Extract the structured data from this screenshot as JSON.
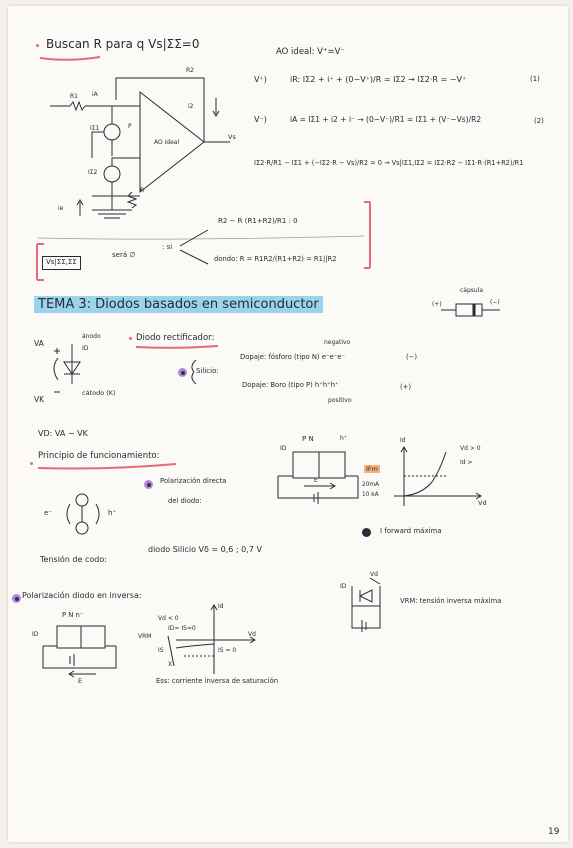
{
  "heading": {
    "text": "Buscan R para q  Vs|ΣΣ=0"
  },
  "ao_ideal": {
    "text": "AO ideal:   V⁺=V⁻"
  },
  "eq1": {
    "left": "V⁺)",
    "body": "iR: IΣ2 + i⁺ + (0−V⁺)/R = IΣ2 → IΣ2·R = −V⁺",
    "tag": "(1)"
  },
  "eq2": {
    "left": "V⁻)",
    "body": "iA = IΣ1 + i2 + i⁻ → (0−V⁻)/R1 = IΣ1 + (V⁻−Vs)/R2",
    "tag": "(2)"
  },
  "eq3": {
    "body": "IΣ2·R/R1 − IΣ1 + (−IΣ2·R − Vs)/R2 = 0 → Vs|IΣ1,IΣ2 = IΣ2·R2 − IΣ1·R·(R1+R2)/R1"
  },
  "circuit": {
    "r1": "R1",
    "r2": "R2",
    "ia": "iA",
    "i2": "i2",
    "ib1": "IΣ1",
    "ib2": "IΣ2",
    "r": "R",
    "ao": "AO ideal",
    "vs": "Vs",
    "ie": "ie",
    "p": "P"
  },
  "result": {
    "vs": "Vs|ΣΣ,ΣΣ",
    "sera": "será ∅",
    "si": ": si",
    "cond1": "R2 − R (R1+R2)/R1 : 0",
    "cond2": "dondo: R = R1R2/(R1+R2) = R1||R2"
  },
  "tema": {
    "title": "TEMA 3: Diodos basados en semiconductor"
  },
  "capsula": {
    "label": "cápsula",
    "plus": "(+)",
    "minus": "(−)"
  },
  "diodo": {
    "va": "VA",
    "vk": "VK",
    "anodo": "ánodo",
    "id": "ID",
    "catodo": "cátodo (K)",
    "title": "Diodo rectificador:",
    "vd": "VD: VA − VK"
  },
  "silicio": {
    "label": "Silicio:",
    "negativo": "negativo",
    "dopaje1": "Dopaje: fósforo (tipo N) e⁻e⁻e⁻",
    "neg_sign": "(−)",
    "dopaje2": "Dopaje: Boro (tipo P) h⁺h⁺h⁺",
    "pos_sign": "(+)",
    "positivo": "positivo"
  },
  "principio": {
    "title": "Principio de funcionamiento:",
    "e": "e⁻",
    "h": "h⁺",
    "directa": "Polarización directa",
    "del_diodo": "del diodo:",
    "iF": "IFm",
    "ma": "20mA",
    "a": "10 kA",
    "vd_gt0": "Vd > 0",
    "id_gt": "Id >",
    "id_axis": "Id",
    "vd_axis": "Vd",
    "pn": "P  N",
    "e_label": "E",
    "id_lbl": "ID",
    "h_plus": "h⁺",
    "iforward": "I forward máxima",
    "codo": "Tensión de codo:",
    "codo_val": "diodo Silicio Vδ ≃ 0,6 ; 0,7 V"
  },
  "inversa": {
    "title": "Polarización diodo en inversa:",
    "pn": "P  N  n⁻",
    "id": "ID",
    "e": "E",
    "vd_lt0": "Vd < 0",
    "vrm": "VRM",
    "id_is": "ID≈ IS≈0",
    "id_axis": "Id",
    "vd_axis": "Vd",
    "is": "IS",
    "is0": "IS ≈ 0",
    "x": "X",
    "ess": "Ess: corriente inversa de saturación",
    "vd": "Vd",
    "id2": "ID",
    "vrm_def": "VRM: tensión inversa máxima"
  },
  "page_number": "19"
}
